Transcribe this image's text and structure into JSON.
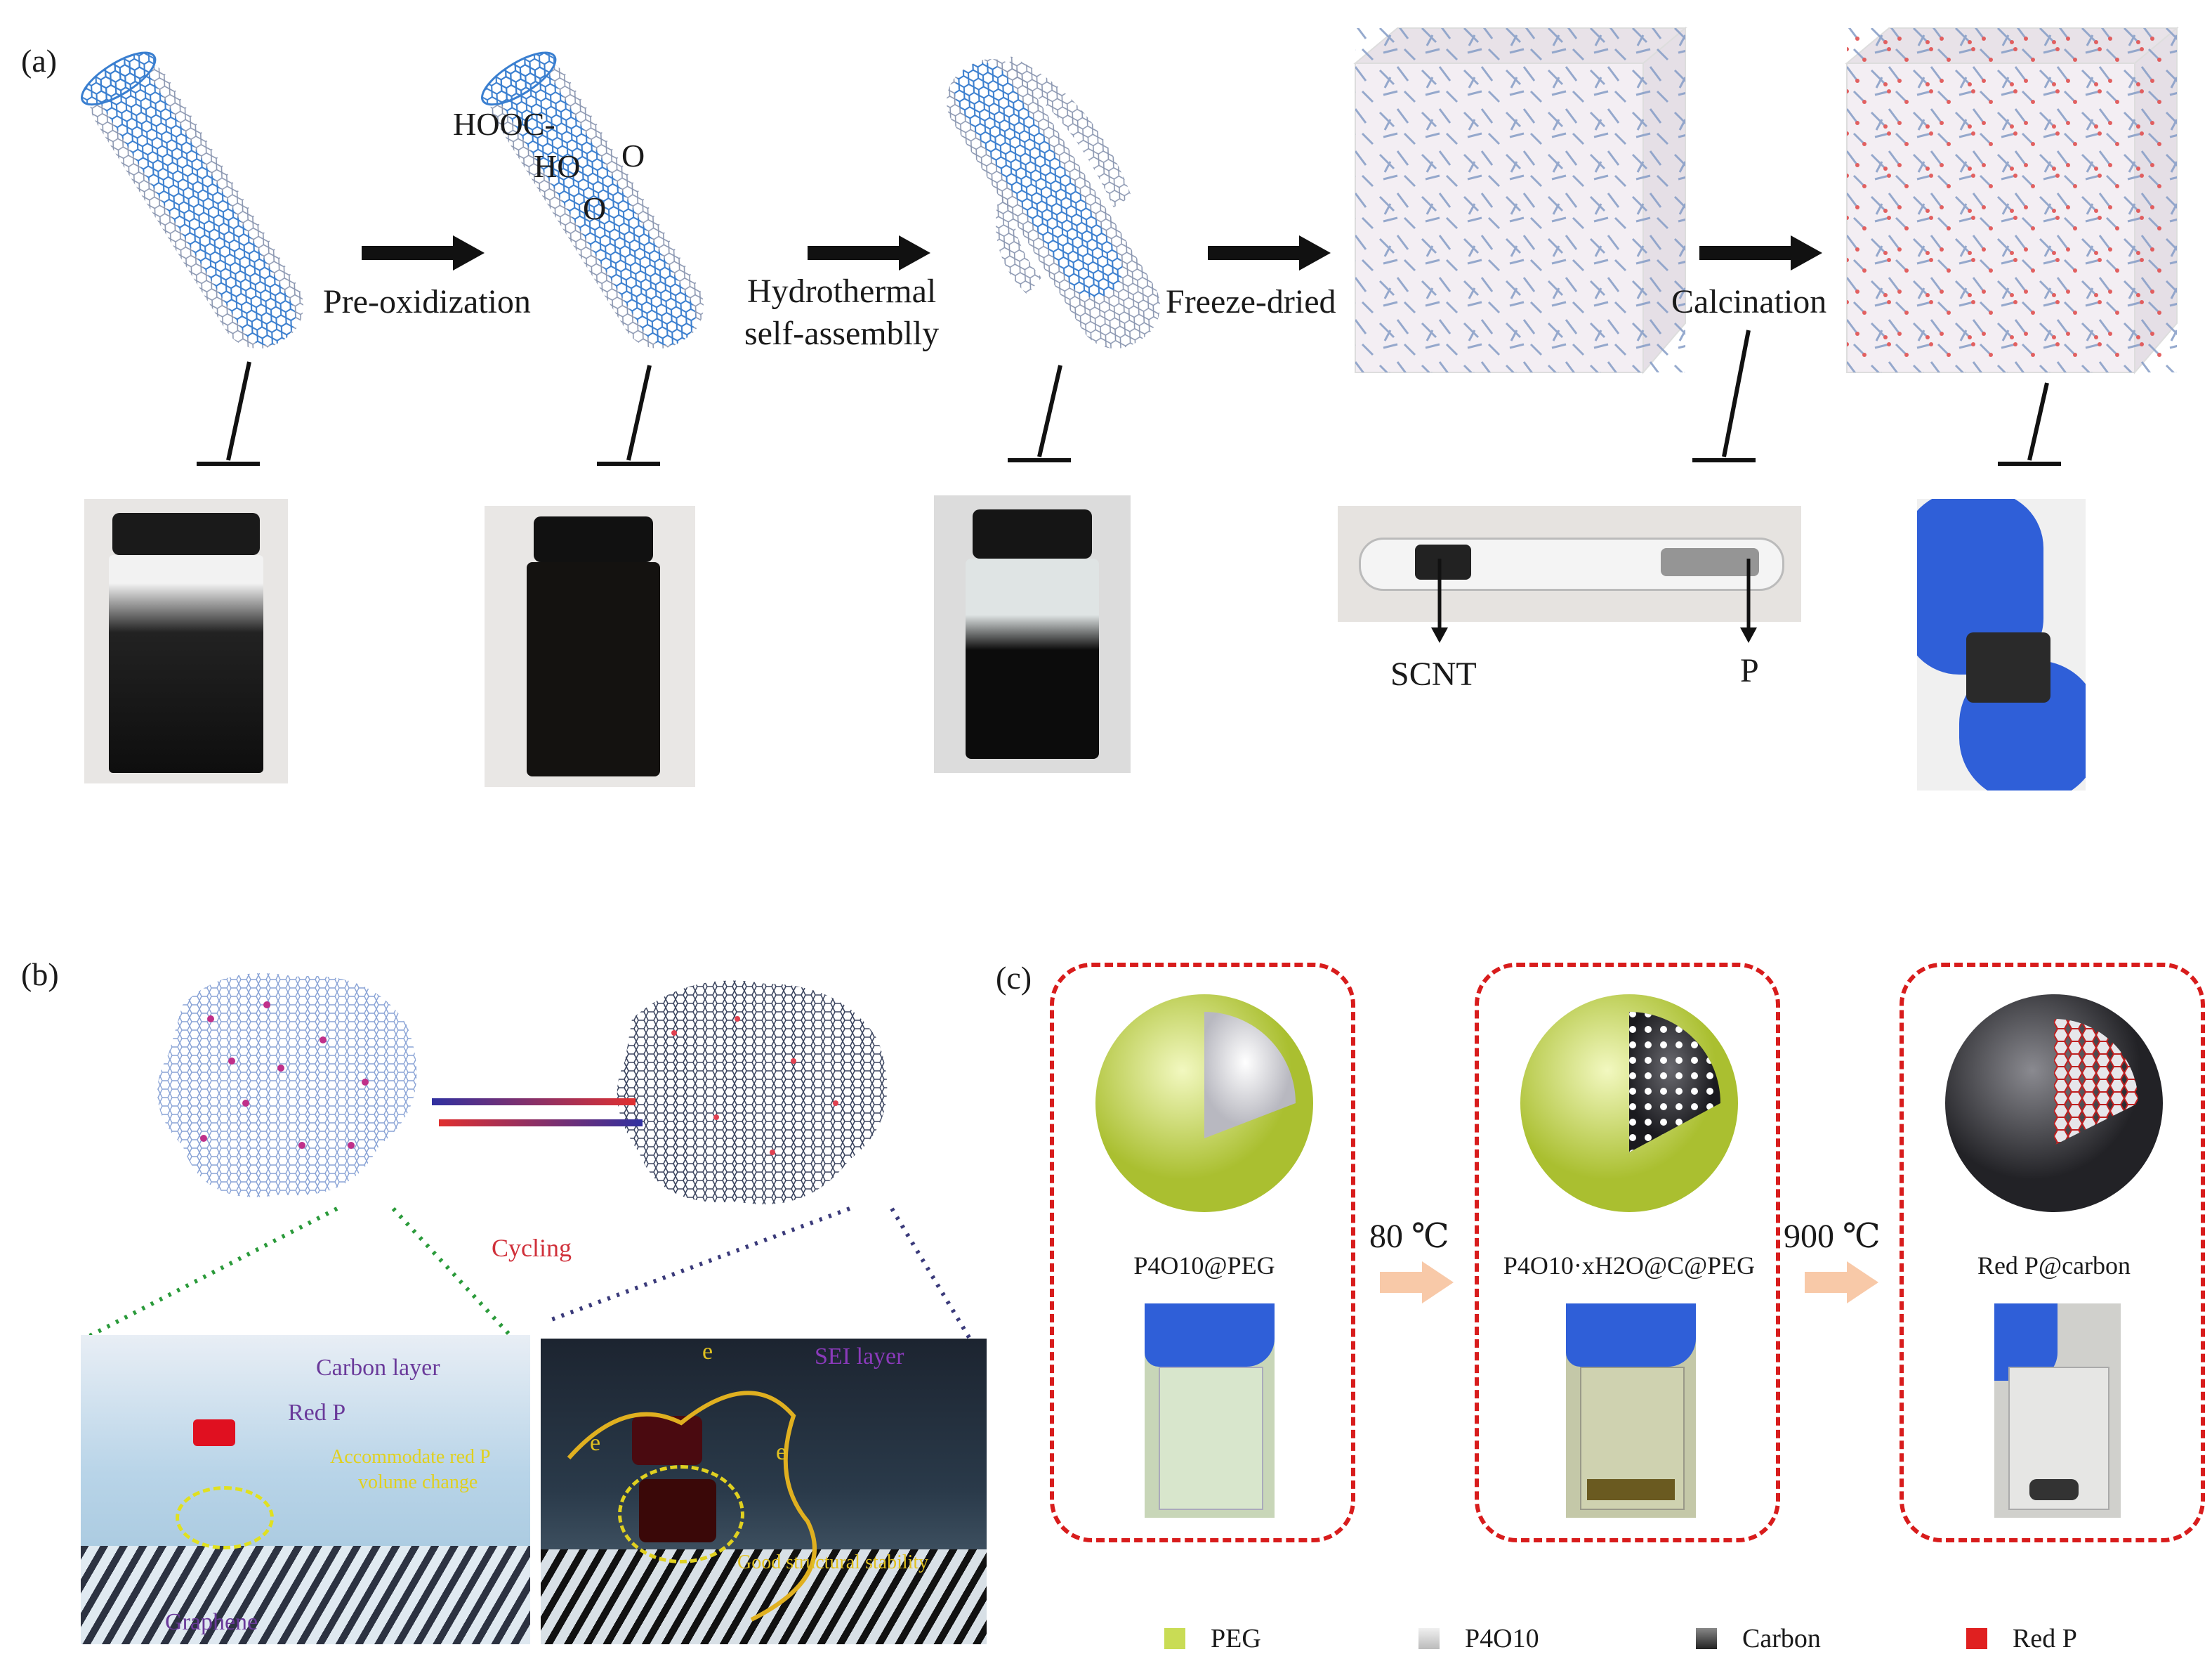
{
  "panel_a": {
    "label": "(a)",
    "steps": [
      "Pre-oxidization",
      "Hydrothermal\nself-assemblly",
      "Freeze-dried",
      "Calcination"
    ],
    "chem_labels": [
      "HOOC-",
      "HO",
      "O",
      "O"
    ],
    "tube_labels": [
      "SCNT",
      "P"
    ]
  },
  "panel_b": {
    "label": "(b)",
    "cycling": "Cycling",
    "carbon_layer": "Carbon layer",
    "red_p": "Red P",
    "accommodate": "Accommodate red P",
    "volume_change": "volume change",
    "graphene": "Graphene",
    "sei_layer": "SEI layer",
    "electron": "e",
    "stability": "Good structural stability"
  },
  "panel_c": {
    "label": "(c)",
    "box_titles": [
      "P4O10@PEG",
      "P4O10·xH2O@C@PEG",
      "Red P@carbon"
    ],
    "temps": [
      "80 ℃",
      "900 ℃"
    ],
    "legend": [
      {
        "label": "PEG",
        "color": "#c9dc55"
      },
      {
        "label": "P4O10",
        "color": "#d8d8d8"
      },
      {
        "label": "Carbon",
        "color": "#3a3a3a"
      },
      {
        "label": "Red P",
        "color": "#e02020"
      }
    ]
  },
  "colors": {
    "nanotube_blue": "#3a7fd0",
    "arrow_black": "#111111",
    "dash_red": "#d81c1c",
    "arrow_orange": "#f8c9a8"
  }
}
